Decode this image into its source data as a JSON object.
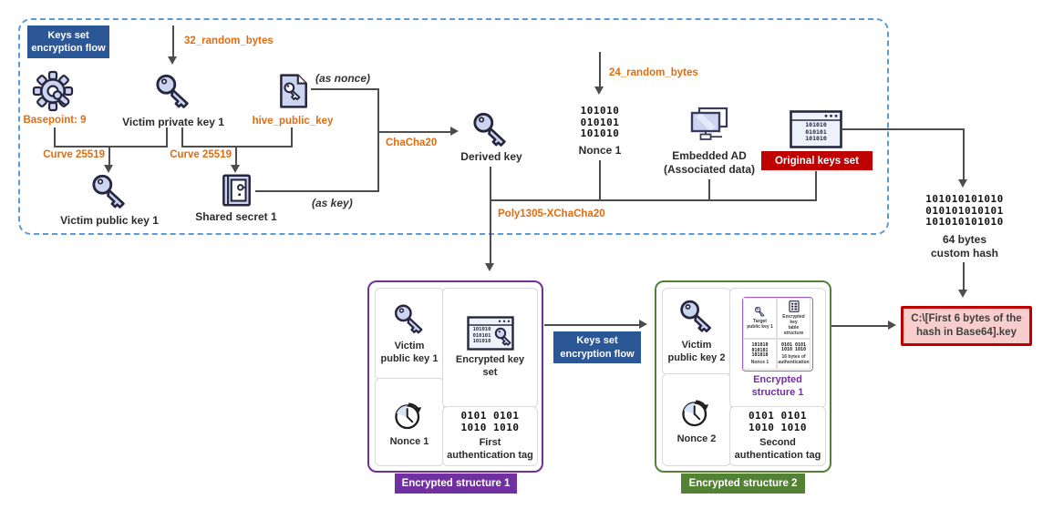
{
  "diagram": {
    "title_box": "Keys set\nencryption flow",
    "mid_flow_box": "Keys set\nencryption flow",
    "arrows": {
      "random32": "32_random_bytes",
      "random24": "24_random_bytes",
      "curve_left": "Curve 25519",
      "curve_right": "Curve 25519",
      "chacha": "ChaCha20",
      "poly": "Poly1305-XChaCha20",
      "as_nonce": "(as nonce)",
      "as_key": "(as key)"
    },
    "nodes": {
      "basepoint": "Basepoint: 9",
      "victim_private_key": "Victim private key 1",
      "hive_public_key": "hive_public_key",
      "victim_public_key": "Victim public key 1",
      "shared_secret": "Shared secret 1",
      "derived_key": "Derived key",
      "nonce1": "Nonce 1",
      "embedded_ad": "Embedded AD\n(Associated data)",
      "original_keys_set": "Original keys set"
    },
    "bits": {
      "b6": [
        "101010",
        "010101",
        "101010"
      ],
      "b12": [
        "101010101010",
        "010101010101",
        "101010101010"
      ],
      "tag": [
        "0101 0101",
        "1010 1010"
      ]
    },
    "hash_label": "64 bytes\ncustom hash",
    "output_file": "C:\\[First 6 bytes of the\nhash in Base64].key",
    "struct1": {
      "caption": "Encrypted structure 1",
      "key": "Victim\npublic key 1",
      "enc": "Encrypted key\nset",
      "nonce": "Nonce 1",
      "tag": "First\nauthentication tag"
    },
    "struct2": {
      "caption": "Encrypted structure 2",
      "key": "Victim\npublic key 2",
      "inner_caption": "Encrypted\nstructure 1",
      "nonce": "Nonce 2",
      "tag": "Second\nauthentication tag",
      "mini": {
        "key": "Target\npublic key 1",
        "table": "Encrypted key\ntable structure",
        "nonce": "Nonce 1",
        "tag": "16 bytes of\nauthentication"
      }
    },
    "colors": {
      "blue_box": "#2B5797",
      "dashed_border": "#5B9BD5",
      "orange": "#DE6D12",
      "red": "#C00000",
      "purple": "#7030A0",
      "green": "#548235"
    }
  }
}
